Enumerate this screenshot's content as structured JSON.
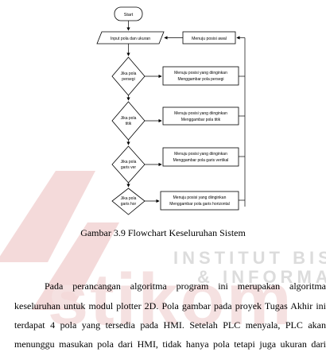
{
  "flowchart": {
    "start": "Start",
    "input": "Input pola dan ukuran",
    "return_home": "Menuju posisi awal",
    "decisions": [
      {
        "line1": "Jika pola",
        "line2": "persegi"
      },
      {
        "line1": "Jika pola",
        "line2": "titik"
      },
      {
        "line1": "Jika pola",
        "line2": "garis ver"
      },
      {
        "line1": "Jika pola",
        "line2": "garis hor"
      }
    ],
    "actions": [
      {
        "line1": "Menuju posisi yang diinginkan",
        "line2": "Menggambar pola persegi"
      },
      {
        "line1": "Menuju posisi yang diinginkan",
        "line2": "Menggambar pola titik"
      },
      {
        "line1": "Menuju posisi yang diinginkan",
        "line2": "Menggambar pola garis vertikal"
      },
      {
        "line1": "Menuju posisi yang diinginkan",
        "line2": "Menggambar pola garis horizontal"
      }
    ]
  },
  "caption": "Gambar 3.9 Flowchart Keseluruhan Sistem",
  "paragraph": {
    "lines": [
      "Pada  perancangan  algoritma  program  ini  merupakan  algoritma",
      "keseluruhan untuk modul plotter 2D. Pola gambar pada proyek Tugas Akhir ini",
      "terdapat 4 pola yang tersedia pada HMI. Setelah PLC menyala, PLC akan",
      "menunggu masukan pola dari HMI, tidak hanya pola tetapi juga ukuran dari"
    ]
  },
  "watermark": {
    "line1": "INSTITUT BISNIS",
    "line2": "& INFORMATIKA",
    "brand": "stikom",
    "color": "#e3a9a9"
  }
}
